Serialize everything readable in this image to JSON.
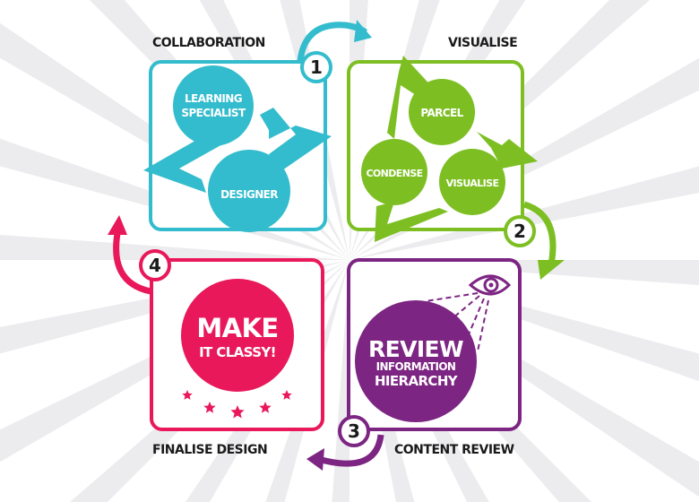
{
  "colors": {
    "collaboration": "#33bccd",
    "visualise": "#7dbf23",
    "content_review": "#7c2582",
    "finalise": "#e8185a"
  },
  "steps": [
    {
      "number": "1",
      "title": "COLLABORATION",
      "nodes": [
        "LEARNING",
        "SPECIALIST",
        "DESIGNER"
      ]
    },
    {
      "number": "2",
      "title": "VISUALISE",
      "nodes": [
        "PARCEL",
        "CONDENSE",
        "VISUALISE"
      ]
    },
    {
      "number": "3",
      "title": "CONTENT REVIEW",
      "headline": "REVIEW",
      "sub": [
        "INFORMATION",
        "HIERARCHY"
      ],
      "icon": "eye-icon"
    },
    {
      "number": "4",
      "title": "FINALISE DESIGN",
      "headline": "MAKE",
      "sub": "IT CLASSY!",
      "icon": "stars-icon"
    }
  ]
}
